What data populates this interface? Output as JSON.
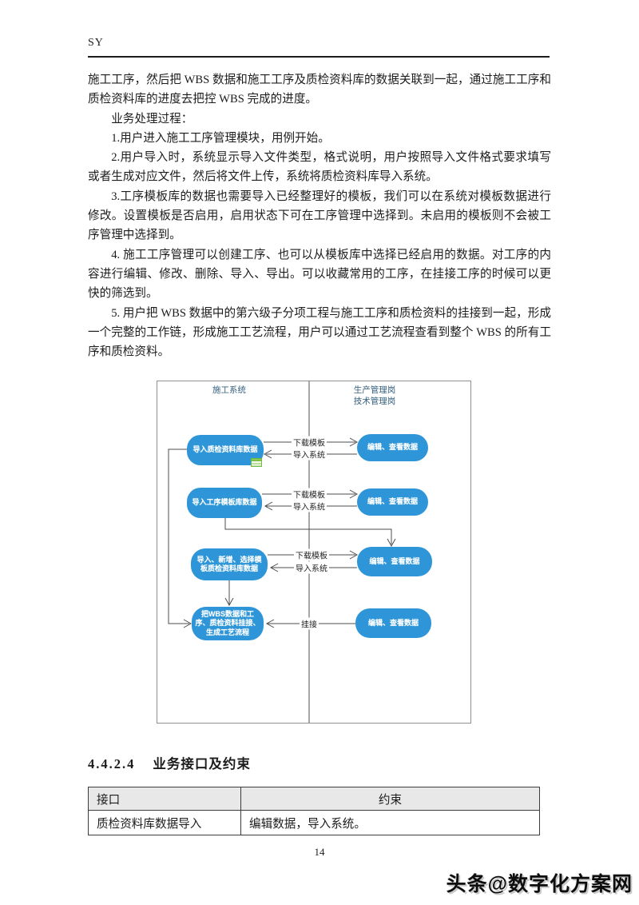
{
  "header": {
    "title": "SY"
  },
  "paragraphs": [
    "施工工序，然后把 WBS 数据和施工工序及质检资料库的数据关联到一起，通过施工工序和质检资料库的进度去把控 WBS 完成的进度。",
    "业务处理过程：",
    "1.用户进入施工工序管理模块，用例开始。",
    "2.用户导入时，系统显示导入文件类型，格式说明，用户按照导入文件格式要求填写或者生成对应文件，然后将文件上传，系统将质检资料库导入系统。",
    "3.工序模板库的数据也需要导入已经整理好的模板，我们可以在系统对模板数据进行修改。设置模板是否启用，启用状态下可在工序管理中选择到。未启用的模板则不会被工序管理中选择到。",
    "4. 施工工序管理可以创建工序、也可以从模板库中选择已经启用的数据。对工序的内容进行编辑、修改、删除、导入、导出。可以收藏常用的工序，在挂接工序的时候可以更快的筛选到。",
    "5. 用户把 WBS 数据中的第六级子分项工程与施工工序和质检资料的挂接到一起，形成一个完整的工作链，形成施工工艺流程，用户可以通过工艺流程查看到整个 WBS 的所有工序和质检资料。"
  ],
  "diagram": {
    "lane_left_title": "施工系统",
    "lane_right_title_line1": "生产管理岗",
    "lane_right_title_line2": "技术管理岗",
    "nodes": {
      "import_qc_library": "导入质检资料库数据",
      "import_process_template": "导入工序模板库数据",
      "import_add_select_template": "导入、新增、选择模板质检资料库数据",
      "mount_wbs_flow": "把WBS数据和工序、质检资料挂接、生成工艺流程",
      "edit_view_1": "编辑、查看数据",
      "edit_view_2": "编辑、查看数据",
      "edit_view_3": "编辑、查看数据",
      "edit_view_4": "编辑、查看数据"
    },
    "edge_labels": {
      "download_template": "下载模板",
      "import_system": "导入系统",
      "mount": "挂接"
    },
    "node_color": "#2e96d8",
    "icon": "spreadsheet-icon"
  },
  "section": {
    "number": "4.4.2.4",
    "title": "业务接口及约束"
  },
  "table": {
    "headers": [
      "接口",
      "约束"
    ],
    "rows": [
      [
        "质检资料库数据导入",
        "编辑数据，导入系统。"
      ]
    ]
  },
  "footer": {
    "page_number": "14",
    "watermark": "头条@数字化方案网"
  }
}
